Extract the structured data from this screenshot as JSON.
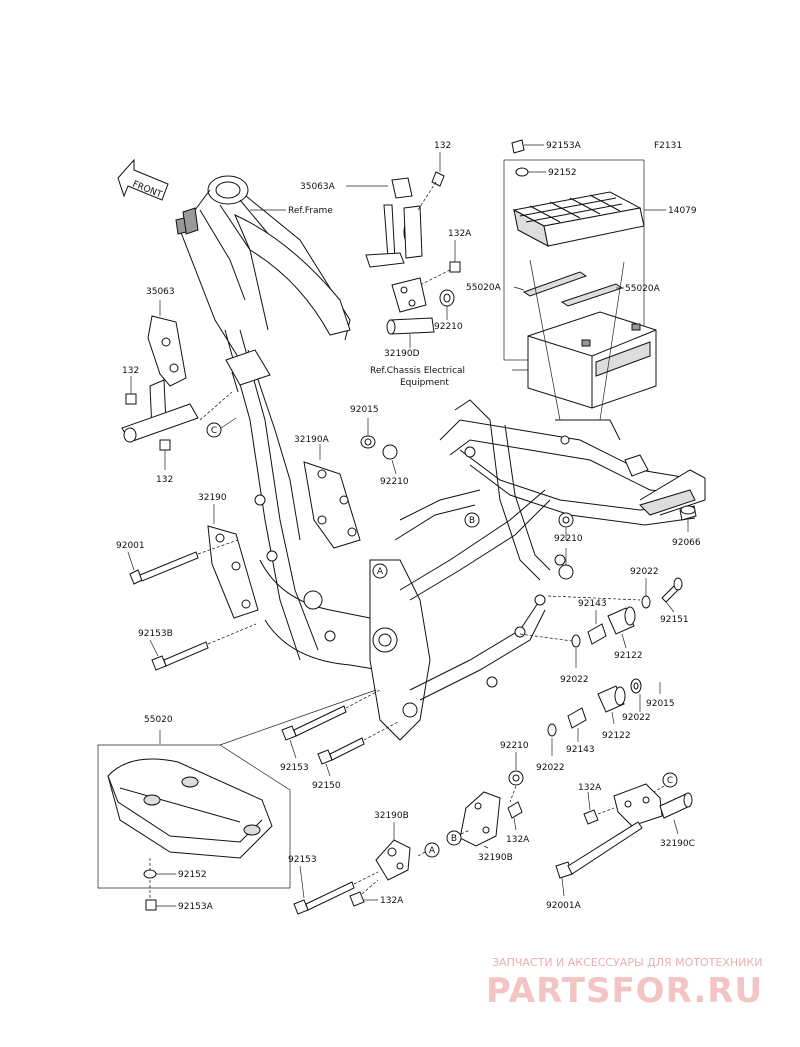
{
  "diagram": {
    "code": "F2131",
    "front_label": "FRONT",
    "ref_frame": "Ref.Frame",
    "ref_chassis_line1": "Ref.Chassis Electrical",
    "ref_chassis_line2": "Equipment",
    "callouts": [
      "A",
      "B",
      "C"
    ]
  },
  "parts": {
    "p132_a": "132",
    "p35063A": "35063A",
    "p132A_a": "132A",
    "p92210_a": "92210",
    "p32190D": "32190D",
    "p92153A_top": "92153A",
    "p92152_top": "92152",
    "p14079": "14079",
    "p55020A_l": "55020A",
    "p55020A_r": "55020A",
    "p35063": "35063",
    "p132_b": "132",
    "p132_c": "132",
    "p92015_a": "92015",
    "p32190A": "32190A",
    "p92210_b": "92210",
    "p32190": "32190",
    "p92001": "92001",
    "p92153B": "92153B",
    "p92066": "92066",
    "p92210_c": "92210",
    "p92022_a": "92022",
    "p92143_a": "92143",
    "p92151": "92151",
    "p92122_a": "92122",
    "p92022_b": "92022",
    "p92015_b": "92015",
    "p92022_c": "92022",
    "p92122_b": "92122",
    "p92143_b": "92143",
    "p92022_d": "92022",
    "p55020": "55020",
    "p92153_a": "92153",
    "p92150": "92150",
    "p92210_d": "92210",
    "p132A_b": "132A",
    "p132A_c": "132A",
    "p32190B_top": "32190B",
    "p32190B_bot": "32190B",
    "p32190C": "32190C",
    "p92153_b": "92153",
    "p132A_d": "132A",
    "p92001A": "92001A",
    "p92152_bot": "92152",
    "p92153A_bot": "92153A"
  },
  "watermark": {
    "line1": "ЗАПЧАСТИ И АКСЕССУАРЫ ДЛЯ МОТОТЕХНИКИ",
    "line2": "PARTSFOR.RU"
  }
}
